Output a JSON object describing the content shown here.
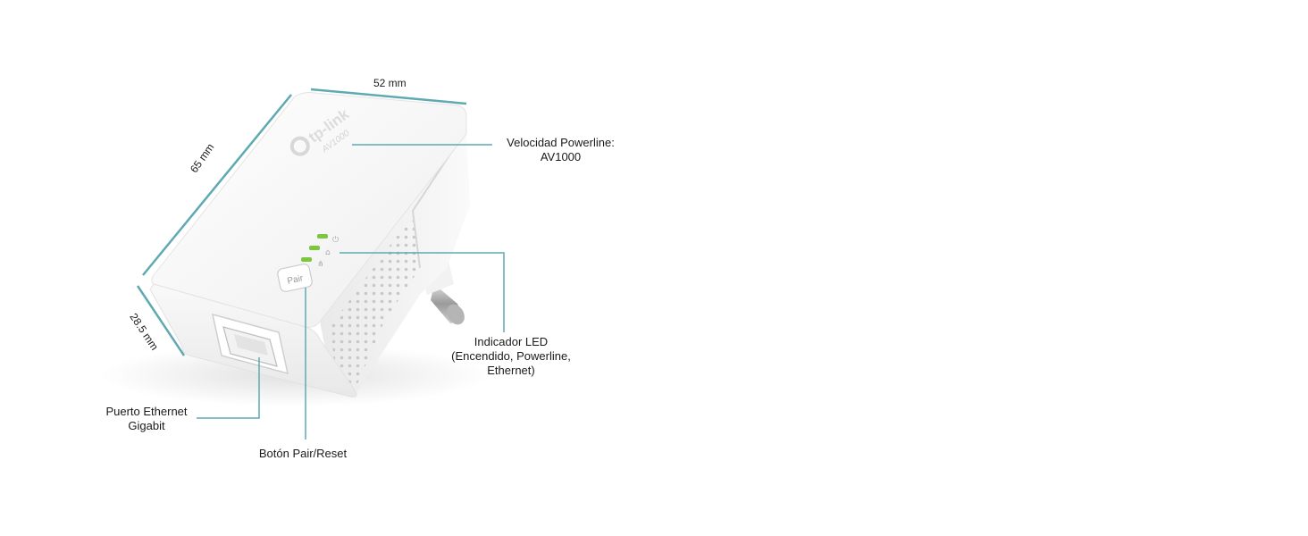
{
  "device": {
    "brand_text": "tp-link",
    "model_text": "AV1000",
    "pair_button_text": "Pair"
  },
  "dimensions": {
    "width": "52 mm",
    "height": "65 mm",
    "depth": "28.5 mm"
  },
  "callouts": {
    "speed": {
      "line1": "Velocidad Powerline:",
      "line2": "AV1000"
    },
    "led": {
      "line1": "Indicador LED",
      "line2": "(Encendido, Powerline,",
      "line3": "Ethernet)"
    },
    "ethernet": {
      "line1": "Puerto Ethernet",
      "line2": "Gigabit"
    },
    "pair": {
      "line1": "Botón Pair/Reset"
    }
  },
  "colors": {
    "leader_line": "#5fa9b3",
    "led_green": "#7dc63f",
    "body_white": "#f7f7f7"
  }
}
